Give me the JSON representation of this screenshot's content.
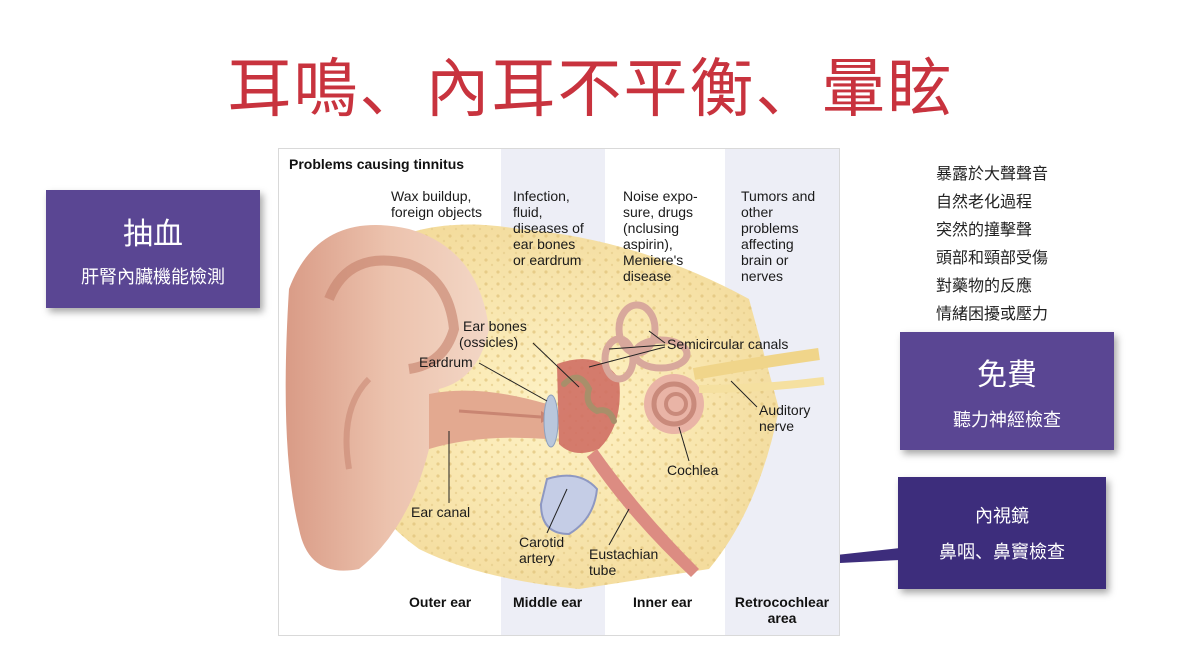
{
  "slide": {
    "title": "耳鳴、內耳不平衡、暈眩"
  },
  "left_box": {
    "heading": "抽血",
    "subtitle": "肝腎內臟機能檢測"
  },
  "causes_list": {
    "items": [
      "暴露於大聲聲音",
      "自然老化過程",
      "突然的撞擊聲",
      "頭部和頸部受傷",
      "對藥物的反應",
      "情緒困擾或壓力"
    ]
  },
  "free_box": {
    "heading": "免費",
    "subtitle": "聽力神經檢查"
  },
  "endoscope_box": {
    "heading": "內視鏡",
    "subtitle": "鼻咽、鼻竇檢查"
  },
  "diagram": {
    "title": "Problems causing tinnitus",
    "column_problems": {
      "outer": [
        "Wax buildup,",
        "foreign objects"
      ],
      "middle": [
        "Infection,",
        "fluid,",
        "diseases of",
        "ear bones",
        "or eardrum"
      ],
      "inner": [
        "Noise expo-",
        "sure, drugs",
        "(nclusing",
        "aspirin),",
        "Meniere's",
        "disease"
      ],
      "retro": [
        "Tumors and",
        "other",
        "problems",
        "affecting",
        "brain or",
        "nerves"
      ]
    },
    "parts": {
      "ear_bones_1": "Ear bones",
      "ear_bones_2": "(ossicles)",
      "eardrum": "Eardrum",
      "semicircular": "Semicircular canals",
      "auditory_1": "Auditory",
      "auditory_2": "nerve",
      "cochlea": "Cochlea",
      "ear_canal": "Ear canal",
      "carotid_1": "Carotid",
      "carotid_2": "artery",
      "eustachian_1": "Eustachian",
      "eustachian_2": "tube"
    },
    "regions": {
      "outer": "Outer ear",
      "middle": "Middle ear",
      "inner": "Inner ear",
      "retro_1": "Retrocochlear",
      "retro_2": "area"
    }
  },
  "colors": {
    "title_red": "#c8333e",
    "box_purple": "#5a4693",
    "box_dark_purple": "#3d2d7c"
  }
}
